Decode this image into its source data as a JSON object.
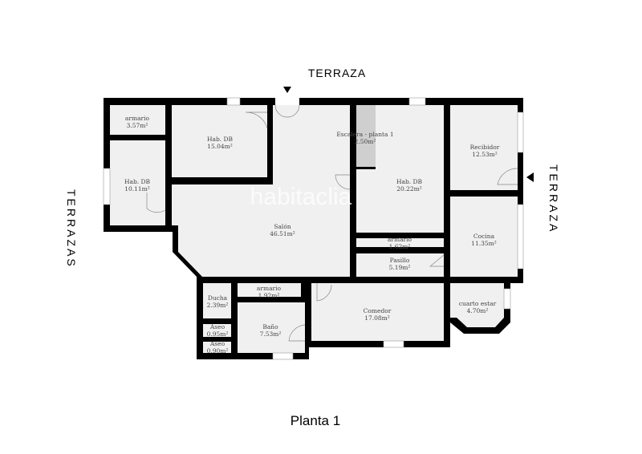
{
  "labels": {
    "top_terrace": "TERRAZA",
    "right_terrace": "TERRAZA",
    "left_terrace": "TERRAZAS",
    "floor_title": "Planta 1",
    "watermark": "habitaclia"
  },
  "rooms": [
    {
      "name": "armario",
      "area": "3.57m²"
    },
    {
      "name": "Hab. DB",
      "area": "15.04m²"
    },
    {
      "name": "Hab. DB",
      "area": "10.11m²"
    },
    {
      "name": "Salón",
      "area": "46.51m²"
    },
    {
      "name": "Escalera - planta 1",
      "area": "2.50m²"
    },
    {
      "name": "Hab. DB",
      "area": "20.22m²"
    },
    {
      "name": "Recibidor",
      "area": "12.53m²"
    },
    {
      "name": "Cocina",
      "area": "11.35m²"
    },
    {
      "name": "armario",
      "area": "1.62m²"
    },
    {
      "name": "Pasillo",
      "area": "5.19m²"
    },
    {
      "name": "Ducha",
      "area": "2.39m²"
    },
    {
      "name": "armario",
      "area": "1.92m²"
    },
    {
      "name": "Baño",
      "area": "7.53m²"
    },
    {
      "name": "Aseo",
      "area": "0.95m²"
    },
    {
      "name": "Aseo",
      "area": "0.90m²"
    },
    {
      "name": "Comedor",
      "area": "17.08m²"
    },
    {
      "name": "cuarto estar",
      "area": "4.70m²"
    }
  ],
  "colors": {
    "wall": "#000000",
    "floor": "#f0f0f0",
    "stairs": "#cfcfcf"
  }
}
